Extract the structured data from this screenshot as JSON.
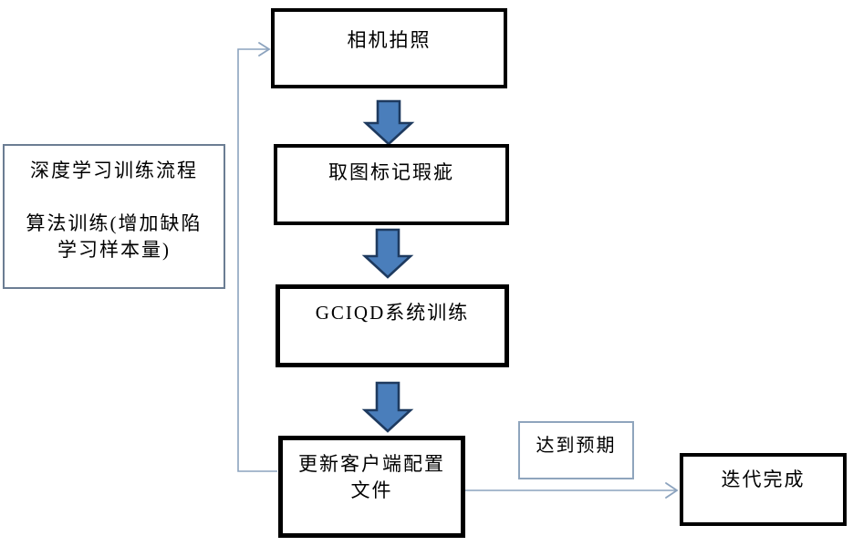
{
  "diagram": {
    "nodes": {
      "camera": {
        "label": "相机拍照"
      },
      "mark_defects": {
        "label": "取图标记瑕疵"
      },
      "system_training": {
        "label": "GCIQD系统训练"
      },
      "update_config": {
        "lines": [
          "更新客户端配置",
          "文件"
        ]
      },
      "iteration_done": {
        "label": "迭代完成"
      },
      "expectation": {
        "label": "达到预期"
      }
    },
    "side_note": {
      "lines": [
        "深度学习训练流程",
        "",
        "算法训练(增加缺陷",
        "学习样本量)"
      ]
    },
    "colors": {
      "box_border": "#000000",
      "arrow_fill": "#4a7ebb",
      "arrow_border": "#1e3a5f",
      "connector": "#8ca3be",
      "note_border": "#6b7d93",
      "label_border": "#8fa5bd",
      "background": "#ffffff",
      "text": "#000000"
    }
  }
}
